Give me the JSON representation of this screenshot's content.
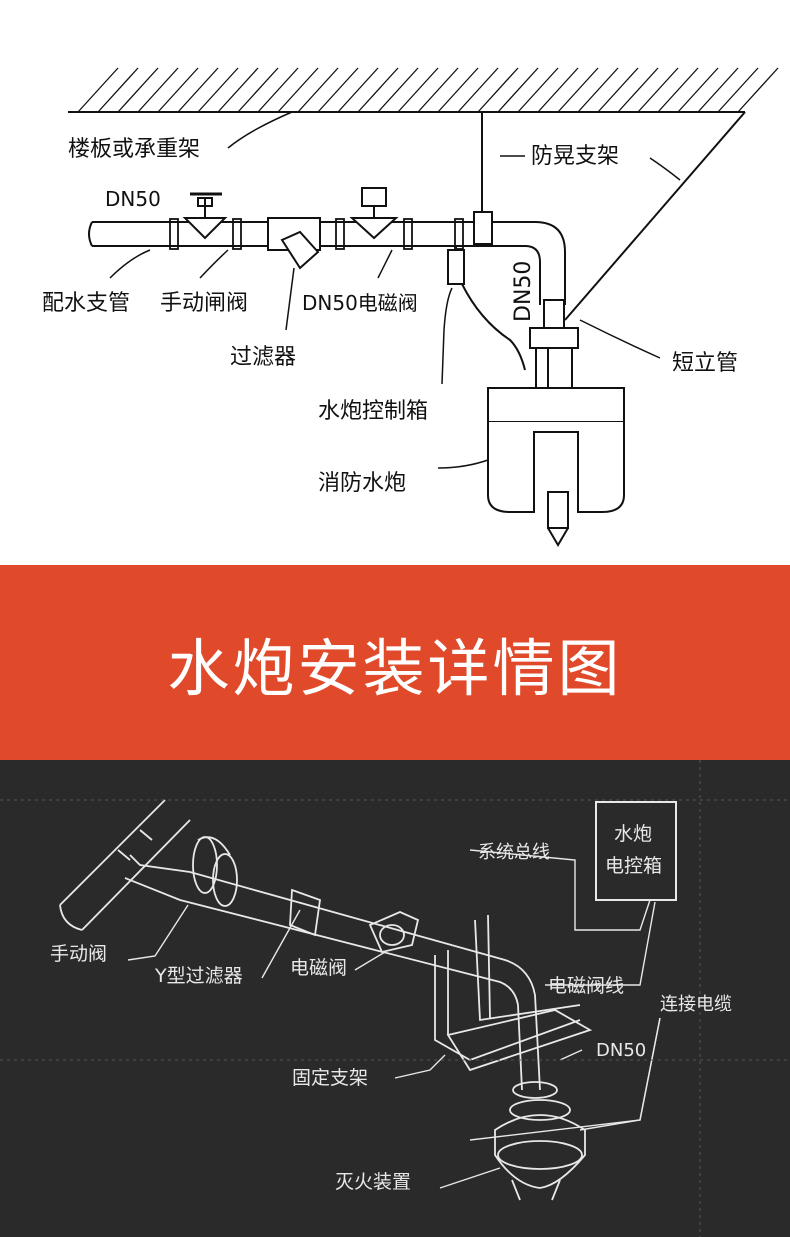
{
  "colors": {
    "band": "#e04a2a",
    "band_text": "#ffffff",
    "top_bg": "#ffffff",
    "top_ink": "#111111",
    "bottom_bg": "#2a2a2a",
    "bottom_ink": "#e8e8e8"
  },
  "top": {
    "labels": {
      "floor": "楼板或承重架",
      "sway": "防晃支架",
      "dn50_top": "DN50",
      "dn50_vertical": "DN50",
      "branch_pipe": "配水支管",
      "manual_valve": "手动闸阀",
      "solenoid": "DN50电磁阀",
      "filter": "过滤器",
      "short_riser": "短立管",
      "control_box": "水炮控制箱",
      "cannon": "消防水炮"
    }
  },
  "title": "水炮安装详情图",
  "bottom": {
    "labels": {
      "box_line1": "水炮",
      "box_line2": "电控箱",
      "bus": "系统总线",
      "manual_valve": "手动阀",
      "y_filter": "Y型过滤器",
      "solenoid": "电磁阀",
      "solenoid_line": "电磁阀线",
      "cable": "连接电缆",
      "bracket": "固定支架",
      "dn50": "DN50",
      "extinguisher": "灭火装置"
    }
  }
}
